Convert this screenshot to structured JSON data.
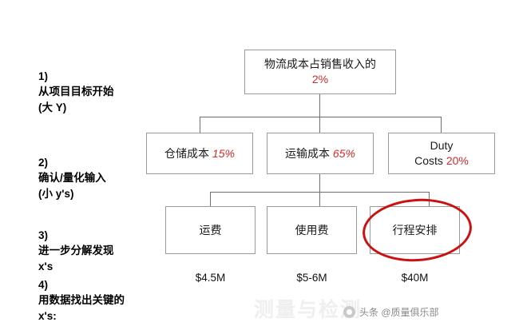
{
  "diagram": {
    "rows": [
      {
        "number": "1)",
        "text": "从项目目标开始\n(大 Y)"
      },
      {
        "number": "2)",
        "text": "确认/量化输入\n(小 y's)"
      },
      {
        "number": "3)",
        "text": "进一步分解发现\nx's"
      },
      {
        "number": "4)",
        "text": "用数据找出关键的\nx's:"
      }
    ],
    "level1": {
      "title": "物流成本占销售收入的",
      "value": "2%"
    },
    "level2": [
      {
        "label": "仓储成本",
        "value": "15%"
      },
      {
        "label": "运输成本",
        "value": "65%"
      },
      {
        "label_line1": "Duty",
        "label_line2": "Costs",
        "value": "20%"
      }
    ],
    "level3": [
      {
        "label": "运费",
        "amount": "$4.5M"
      },
      {
        "label": "使用费",
        "amount": "$5-6M"
      },
      {
        "label": "行程安排",
        "amount": "$40M",
        "highlighted": "true"
      }
    ],
    "colors": {
      "accent_red": "#d42a2a",
      "circle_red": "#cc1111",
      "box_border": "#9a9a9a"
    }
  },
  "watermark": {
    "text": "头条 @质量俱乐部"
  },
  "ghost": {
    "text": "测量与检测"
  }
}
